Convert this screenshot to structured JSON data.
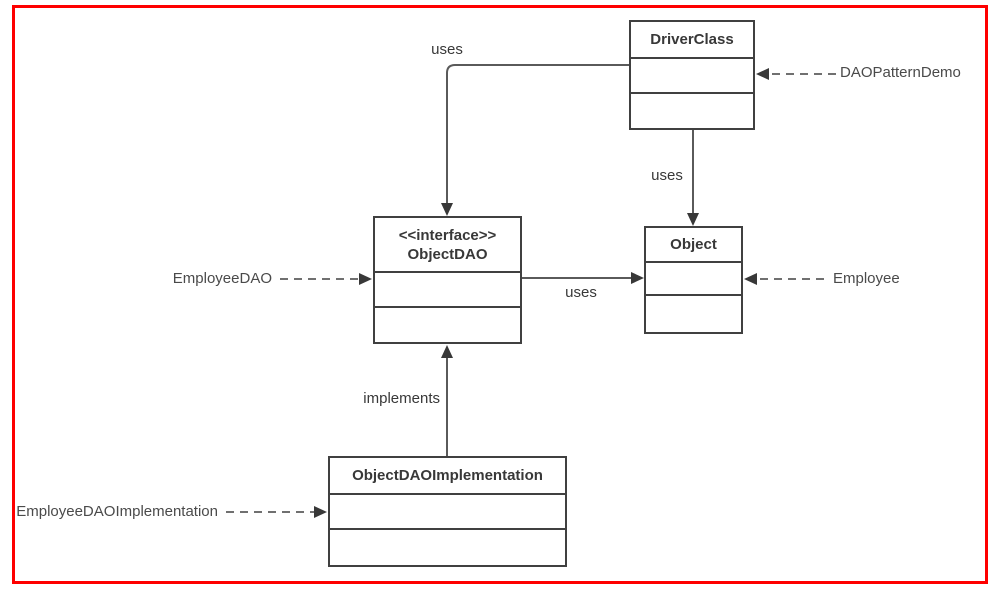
{
  "canvas": {
    "background_color": "#ffffff",
    "frame_color": "#fe0000",
    "box_border_color": "#404040",
    "line_color": "#5a5a5a",
    "dashed_line_color": "#707070",
    "text_color": "#383838"
  },
  "classes": {
    "driver_class": {
      "title": "DriverClass"
    },
    "object_dao": {
      "stereotype": "<<interface>>",
      "title": "ObjectDAO"
    },
    "object": {
      "title": "Object"
    },
    "object_dao_implementation": {
      "title": "ObjectDAOImplementation"
    }
  },
  "edges": {
    "driver_uses_objectdao": "uses",
    "driver_uses_object": "uses",
    "objectdao_uses_object": "uses",
    "implementation_implements_objectdao": "implements"
  },
  "annotations": {
    "dao_pattern_demo": "DAOPatternDemo",
    "employee_dao": "EmployeeDAO",
    "employee": "Employee",
    "employee_dao_implementation": "EmployeeDAOImplementation"
  }
}
